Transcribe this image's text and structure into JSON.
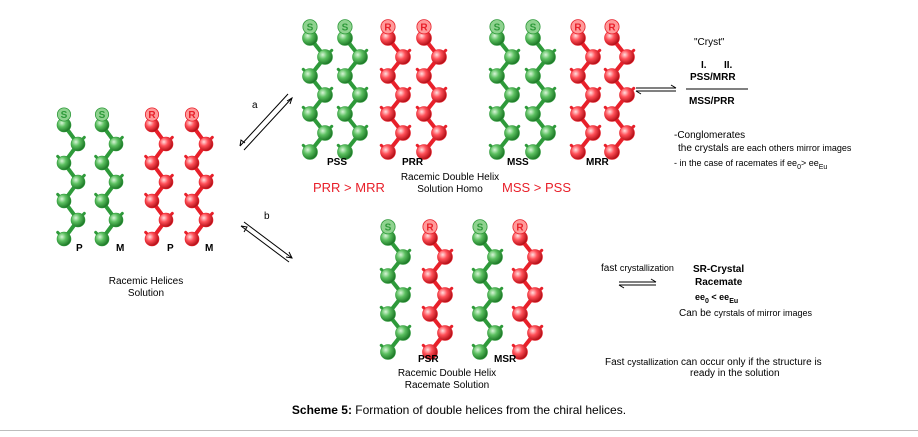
{
  "colors": {
    "green": "#2e9a3a",
    "green_light": "#8fd28f",
    "red": "#e8202a",
    "red_light": "#ff9a9a"
  },
  "helix_groups": [
    {
      "id": "racemic",
      "helices": [
        {
          "color": "green",
          "label": "S"
        },
        {
          "color": "green",
          "label": "S"
        },
        {
          "color": "red",
          "label": "R"
        },
        {
          "color": "red",
          "label": "R"
        }
      ]
    },
    {
      "id": "pss-prr",
      "helices": [
        {
          "color": "green",
          "label": "S"
        },
        {
          "color": "green",
          "label": "S"
        },
        {
          "color": "red",
          "label": "R"
        },
        {
          "color": "red",
          "label": "R"
        }
      ]
    },
    {
      "id": "mss-mrr",
      "helices": [
        {
          "color": "green",
          "label": "S"
        },
        {
          "color": "green",
          "label": "S"
        },
        {
          "color": "red",
          "label": "R"
        },
        {
          "color": "red",
          "label": "R"
        }
      ]
    },
    {
      "id": "psr-msr",
      "helices": [
        {
          "color": "green",
          "label": "S"
        },
        {
          "color": "red",
          "label": "R"
        },
        {
          "color": "green",
          "label": "S"
        },
        {
          "color": "red",
          "label": "R"
        }
      ]
    }
  ],
  "labels": {
    "p1": "P",
    "m1": "M",
    "p2": "P",
    "m2": "M",
    "racemic_solution": "Racemic Helices\nSolution",
    "arrow_a": "a",
    "arrow_b": "b",
    "pss": "PSS",
    "prr": "PRR",
    "mss": "MSS",
    "mrr": "MRR",
    "prr_gt_mrr": "PRR > MRR",
    "mss_gt_pss": "MSS > PSS",
    "homo_solution": "Racemic Double Helix\nSolution Homo",
    "psr": "PSR",
    "msr": "MSR",
    "racemate_solution": "Racemic Double Helix\nRacemate Solution"
  },
  "cryst_box": {
    "title": "\"Cryst\"",
    "roman1": "I.",
    "roman2": "II.",
    "numerator": "PSS/MRR",
    "denominator": "MSS/PRR",
    "note1": "-Conglomerates",
    "note2_a": "the crystals",
    "note2_b": "are each others mirror images",
    "note3_a": "- in the case of racemates if ee",
    "note3_sub0": "0",
    "note3_b": "> ee",
    "note3_subEu": "Eu"
  },
  "sr_box": {
    "fast_a": "fast",
    "fast_b": "crystallization",
    "title1": "SR-Crystal",
    "title2": "Racemate",
    "ee_a": "ee",
    "ee_sub0": "0",
    "ee_b": " < ee",
    "ee_subEu": "Eu",
    "mirror_a": "Can be",
    "mirror_b": "cyrstals of mirror images",
    "note_a": "Fast",
    "note_b": "cystallization",
    "note_c": "can occur only if the structure is",
    "note_d": "ready in the solution"
  },
  "caption": {
    "bold": "Scheme 5:",
    "text": " Formation of double helices from the chiral helices."
  }
}
